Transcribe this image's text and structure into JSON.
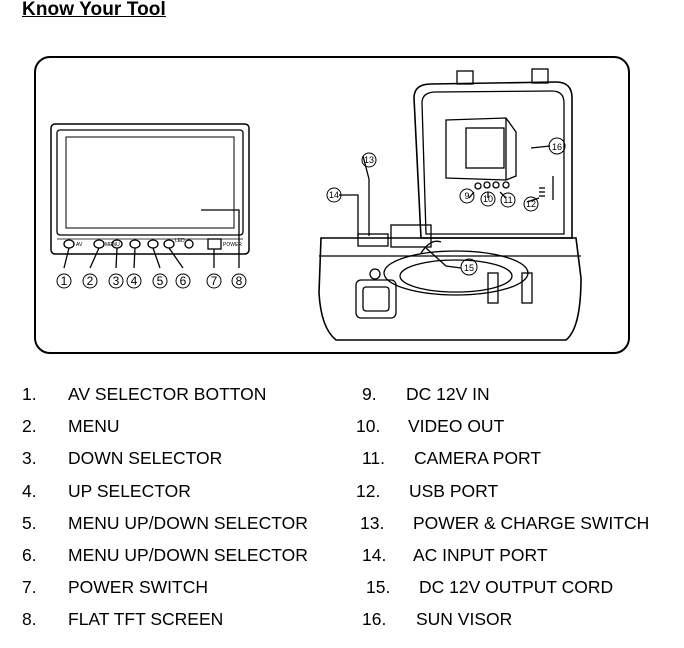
{
  "title": "Know Your Tool",
  "monitor": {
    "button_labels": [
      "AV",
      "MENU",
      "",
      "",
      "LED",
      "POWER"
    ],
    "callouts": [
      "1",
      "2",
      "3",
      "4",
      "5",
      "6",
      "7",
      "8"
    ]
  },
  "case": {
    "callouts": [
      "9",
      "10",
      "11",
      "12",
      "13",
      "14",
      "15",
      "16"
    ]
  },
  "legend_left": [
    {
      "num": "1.",
      "text": "AV SELECTOR BOTTON"
    },
    {
      "num": "2.",
      "text": "MENU"
    },
    {
      "num": "3.",
      "text": "DOWN SELECTOR"
    },
    {
      "num": "4.",
      "text": "UP SELECTOR"
    },
    {
      "num": "5.",
      "text": "MENU UP/DOWN SELECTOR"
    },
    {
      "num": "6.",
      "text": "MENU UP/DOWN SELECTOR"
    },
    {
      "num": "7.",
      "text": "POWER SWITCH"
    },
    {
      "num": "8.",
      "text": "FLAT TFT SCREEN"
    }
  ],
  "legend_right": [
    {
      "num": "9.",
      "text": "DC 12V IN"
    },
    {
      "num": "10.",
      "text": "VIDEO OUT"
    },
    {
      "num": "11.",
      "text": "CAMERA PORT"
    },
    {
      "num": "12.",
      "text": "USB PORT"
    },
    {
      "num": "13.",
      "text": "POWER & CHARGE SWITCH"
    },
    {
      "num": "14.",
      "text": "AC INPUT PORT"
    },
    {
      "num": "15.",
      "text": "DC 12V OUTPUT CORD"
    },
    {
      "num": "16.",
      "text": "SUN VISOR"
    }
  ]
}
